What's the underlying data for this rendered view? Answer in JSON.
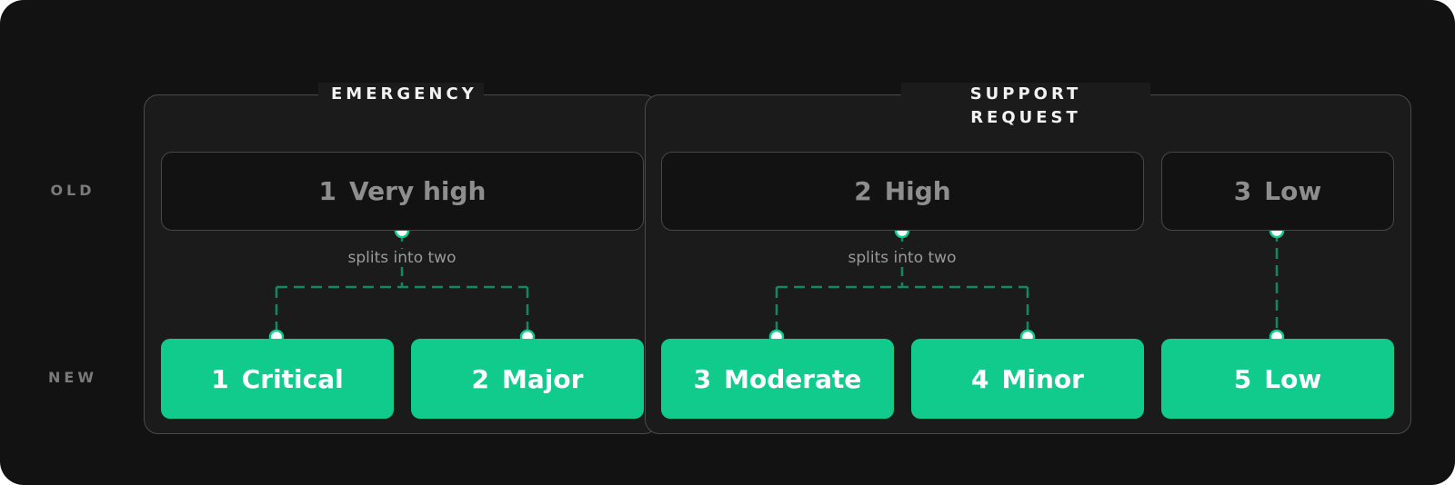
{
  "rows": {
    "old": "OLD",
    "new": "NEW"
  },
  "groups": [
    {
      "title": "EMERGENCY"
    },
    {
      "title": "SUPPORT REQUEST"
    }
  ],
  "old_levels": [
    {
      "num": "1",
      "label": "Very high"
    },
    {
      "num": "2",
      "label": "High"
    },
    {
      "num": "3",
      "label": "Low"
    }
  ],
  "new_levels": [
    {
      "num": "1",
      "label": "Critical"
    },
    {
      "num": "2",
      "label": "Major"
    },
    {
      "num": "3",
      "label": "Moderate"
    },
    {
      "num": "4",
      "label": "Minor"
    },
    {
      "num": "5",
      "label": "Low"
    }
  ],
  "notes": [
    "splits into two",
    "splits into two"
  ],
  "mapping": [
    {
      "from": "1 Very high",
      "to": [
        "1 Critical",
        "2 Major"
      ]
    },
    {
      "from": "2 High",
      "to": [
        "3 Moderate",
        "4 Minor"
      ]
    },
    {
      "from": "3 Low",
      "to": [
        "5 Low"
      ]
    }
  ],
  "colors": {
    "background": "#121212",
    "panel": "#1b1b1b",
    "accent": "#10cb8c",
    "connector": "#0f8a5f",
    "old_text": "#8e8e8e"
  }
}
